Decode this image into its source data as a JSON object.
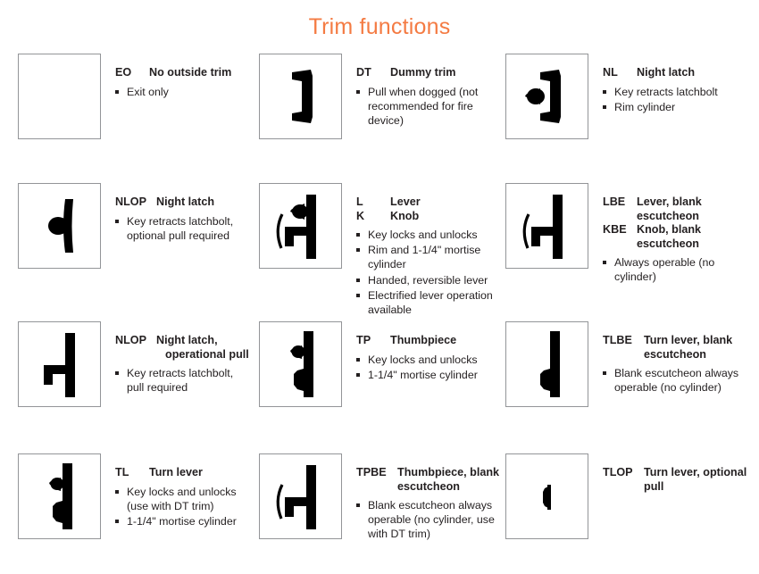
{
  "page": {
    "title": "Trim functions",
    "title_color": "#f47b43",
    "text_color": "#231f20",
    "icon_border_color": "#939598",
    "background": "#ffffff"
  },
  "rows": [
    {
      "cards": [
        {
          "icon": "blank-plate-icon",
          "headings": [
            {
              "code": "EO",
              "name": "No outside trim"
            }
          ],
          "bullets": [
            "Exit only"
          ]
        },
        {
          "icon": "dummy-trim-pull-icon",
          "headings": [
            {
              "code": "DT",
              "name": "Dummy trim"
            }
          ],
          "bullets": [
            "Pull when dogged (not recommended for fire device)"
          ]
        },
        {
          "icon": "night-latch-pull-cylinder-icon",
          "headings": [
            {
              "code": "NL",
              "name": "Night latch"
            }
          ],
          "bullets": [
            "Key retracts latchbolt",
            "Rim cylinder"
          ]
        }
      ]
    },
    {
      "cards": [
        {
          "icon": "night-latch-plate-cylinder-icon",
          "headings": [
            {
              "code": "NLOP",
              "name": "Night latch"
            }
          ],
          "bullets": [
            "Key retracts latchbolt, optional pull required"
          ]
        },
        {
          "icon": "lever-knob-cylinder-icon",
          "headings": [
            {
              "code": "L",
              "name": "Lever"
            },
            {
              "code": "K",
              "name": "Knob"
            }
          ],
          "bullets": [
            "Key locks and unlocks",
            "Rim and 1-1/4\" mortise cylinder",
            "Handed, reversible lever",
            "Electrified lever operation available"
          ]
        },
        {
          "icon": "lever-blank-escutcheon-icon",
          "headings": [
            {
              "code": "LBE",
              "name": "Lever, blank escutcheon"
            },
            {
              "code": "KBE",
              "name": "Knob, blank escutcheon"
            }
          ],
          "bullets": [
            "Always operable (no cylinder)"
          ]
        }
      ]
    },
    {
      "cards": [
        {
          "icon": "night-latch-operational-pull-icon",
          "headings": [
            {
              "code": "NLOP",
              "name": "Night latch,",
              "cont": "operational pull"
            }
          ],
          "bullets": [
            "Key retracts latchbolt, pull required"
          ]
        },
        {
          "icon": "thumbpiece-cylinder-icon",
          "headings": [
            {
              "code": "TP",
              "name": "Thumbpiece"
            }
          ],
          "bullets": [
            "Key locks and unlocks",
            "1-1/4\" mortise cylinder"
          ]
        },
        {
          "icon": "turn-lever-blank-escutcheon-icon",
          "headings": [
            {
              "code": "TLBE",
              "name": "Turn lever, blank escutcheon"
            }
          ],
          "bullets": [
            "Blank escutcheon always operable (no cylinder)"
          ]
        }
      ]
    },
    {
      "cards": [
        {
          "icon": "turn-lever-cylinder-icon",
          "headings": [
            {
              "code": "TL",
              "name": "Turn lever"
            }
          ],
          "bullets": [
            "Key locks and unlocks (use with DT trim)",
            "1-1/4\" mortise cylinder"
          ]
        },
        {
          "icon": "thumbpiece-blank-escutcheon-icon",
          "headings": [
            {
              "code": "TPBE",
              "name": "Thumbpiece, blank escutcheon"
            }
          ],
          "bullets": [
            "Blank escutcheon always operable (no cylinder, use with DT trim)"
          ]
        },
        {
          "icon": "turn-lever-optional-pull-icon",
          "headings": [
            {
              "code": "TLOP",
              "name": "Turn lever, optional pull"
            }
          ],
          "bullets": []
        }
      ]
    }
  ]
}
